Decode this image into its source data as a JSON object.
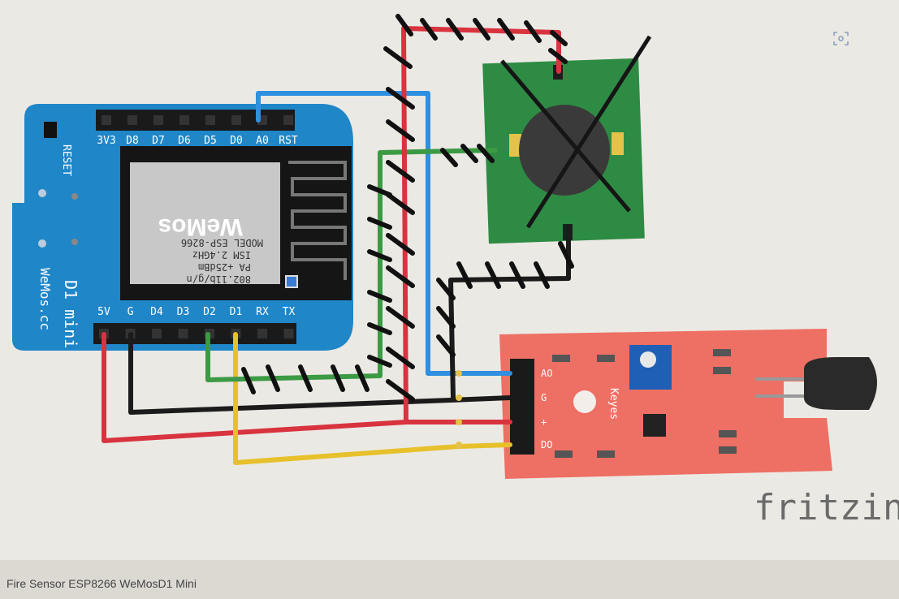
{
  "caption": "Fire Sensor ESP8266 WeMosD1 Mini",
  "watermark": "fritzing",
  "board": {
    "top_pins": [
      "3V3",
      "D8",
      "D7",
      "D6",
      "D5",
      "D0",
      "A0",
      "RST"
    ],
    "bottom_pins": [
      "5V",
      "G",
      "D4",
      "D3",
      "D2",
      "D1",
      "RX",
      "TX"
    ],
    "reset_label": "RESET",
    "name": "D1 mini",
    "brand": "WeMos.cc",
    "chip": {
      "model": "MODEL ESP-8266",
      "ism": "ISM 2.4GHz",
      "pa": "PA +25dBm",
      "wifi": "802.11b/g/n",
      "logo": "WeMos"
    }
  },
  "sensor": {
    "brand": "Keyes",
    "pins": [
      "AO",
      "G",
      "+",
      "DO"
    ]
  },
  "colors": {
    "board_blue": "#1f86c8",
    "wire_red": "#d8333f",
    "wire_black": "#1b1b1b",
    "wire_green": "#3b9a43",
    "wire_yellow": "#e7c12b",
    "wire_blue": "#2f8fe0",
    "sensor_red": "#ee6f63",
    "buzzer_green": "#2e8b44",
    "paper": "#e9e7e2"
  }
}
